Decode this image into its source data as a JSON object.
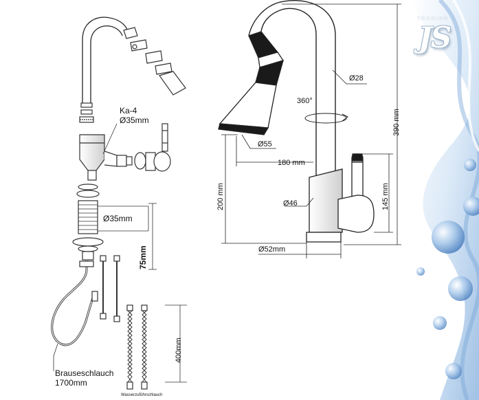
{
  "brand": {
    "tagline": "TRADING",
    "logo_text": "JS"
  },
  "colors": {
    "line": "#333333",
    "fill_light": "#ffffff",
    "fill_dark": "#1a1a1a",
    "water": "#5d8fc9"
  },
  "exploded_view": {
    "part_label": "Ka-4",
    "part_diameter": "Ø35mm",
    "mount_diameter": "Ø35mm",
    "mount_height": "75mm",
    "supply_hose_length": "400mm",
    "spray_hose_name": "Brauseschlauch",
    "spray_hose_length": "1700mm",
    "supply_hose_name": "Wasserzuführschlauch"
  },
  "dimension_view": {
    "spout_diameter": "Ø28",
    "rotation": "360°",
    "spray_head_diameter": "Ø55",
    "reach": "180 mm",
    "total_height": "390 mm",
    "body_height": "200 mm",
    "lever_height": "145 mm",
    "body_diameter": "Ø46",
    "base_diameter": "Ø52mm"
  }
}
